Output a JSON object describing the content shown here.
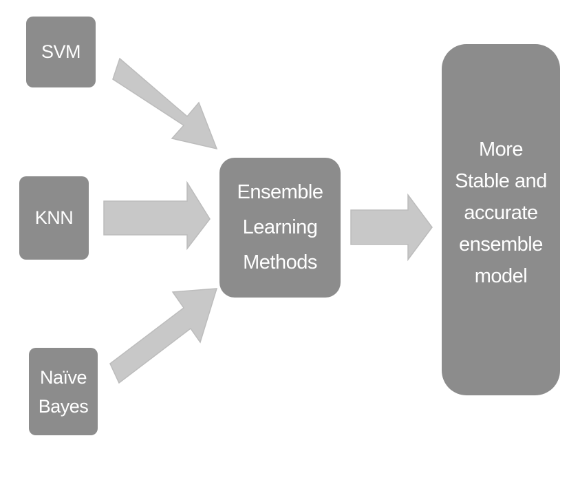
{
  "diagram": {
    "inputs": [
      {
        "id": "svm",
        "label": "SVM"
      },
      {
        "id": "knn",
        "label": "KNN"
      },
      {
        "id": "naive_bayes",
        "label": "Naïve\nBayes"
      }
    ],
    "combiner": {
      "label": "Ensemble\nLearning\nMethods"
    },
    "output": {
      "label": "More\nStable and\naccurate\nensemble\nmodel"
    },
    "edges": [
      {
        "from": "svm",
        "to": "combiner"
      },
      {
        "from": "knn",
        "to": "combiner"
      },
      {
        "from": "naive_bayes",
        "to": "combiner"
      },
      {
        "from": "combiner",
        "to": "output"
      }
    ],
    "colors": {
      "node_fill": "#8c8c8c",
      "arrow_fill": "#c8c8c8",
      "arrow_stroke": "#bcbcbc",
      "text": "#ffffff"
    }
  }
}
